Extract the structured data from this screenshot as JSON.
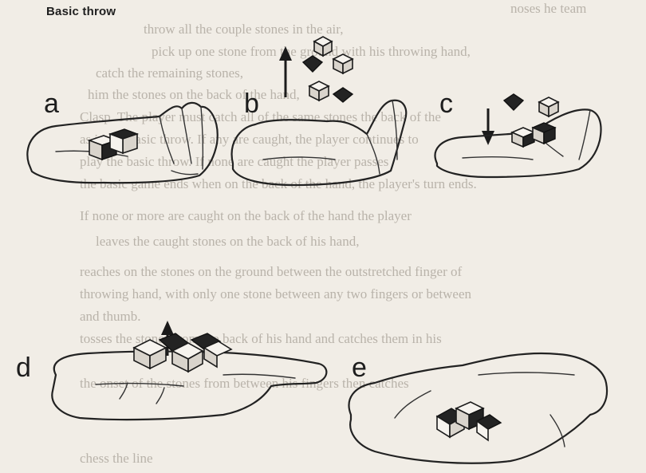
{
  "header": {
    "title": "Basic throw"
  },
  "figure": {
    "panels": [
      {
        "id": "a",
        "label": "a",
        "arrow": "none"
      },
      {
        "id": "b",
        "label": "b",
        "arrow": "up"
      },
      {
        "id": "c",
        "label": "c",
        "arrow": "down"
      },
      {
        "id": "d",
        "label": "d",
        "arrow": "up"
      },
      {
        "id": "e",
        "label": "e",
        "arrow": "none"
      }
    ]
  },
  "bleed_through": [
    "noses he team",
    "throw all the couple stones in the air,",
    "pick up one stone from the ground with his throwing hand,",
    "catch the remaining stones,",
    "him the stones on the back of the hand,",
    "Clasp. The player must catch all of the same stones the back of the",
    "as in the basic throw. If any are caught, the player continues to",
    "play the basic throw. If none are caught the player passes",
    "the basic game ends when on the back of the hand, the player's turn ends.",
    "If none or more are caught on the back of the hand the player",
    "leaves the caught stones on the back of his hand,",
    "reaches on the stones on the ground between the outstretched finger of",
    "throwing hand, with only one stone between any two fingers or between",
    "and thumb.",
    "tosses the stones from the back of his hand and catches them in his",
    "the onset of the stones from between his fingers then catches",
    "chess the line"
  ]
}
